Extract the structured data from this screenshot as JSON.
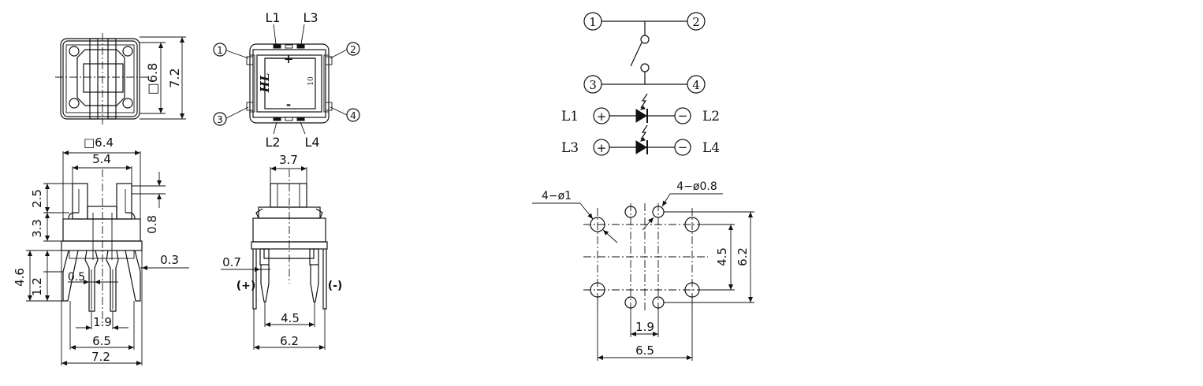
{
  "dimensions": {
    "top_square": "□6.8",
    "top_height": "7.2",
    "side_square": "□6.4",
    "side_inner_width": "5.4",
    "height_2_5": "2.5",
    "height_3_3": "3.3",
    "height_0_8": "0.8",
    "height_4_6": "4.6",
    "height_1_2": "1.2",
    "pin_0_5": "0.5",
    "pin_0_3": "0.3",
    "pitch_1_9": "1.9",
    "pitch_6_5": "6.5",
    "width_7_2": "7.2",
    "front_3_7": "3.7",
    "front_0_7": "0.7",
    "front_4_5": "4.5",
    "front_6_2": "6.2"
  },
  "pins": {
    "p1": "1",
    "p2": "2",
    "p3": "3",
    "p4": "4",
    "plus": "(+)",
    "minus": "(-)"
  },
  "leds": {
    "l1": "L1",
    "l2": "L2",
    "l3": "L3",
    "l4": "L4",
    "plus_mark": "+",
    "minus_mark": "-",
    "brand": "HL",
    "marking": "10"
  },
  "schematic": {
    "n1": "1",
    "n2": "2",
    "n3": "3",
    "n4": "4",
    "l1": "L1",
    "l2": "L2",
    "l3": "L3",
    "l4": "L4",
    "plus": "+",
    "minus": "−"
  },
  "footprint": {
    "hole_large": "4−ø1",
    "hole_small": "4−ø0.8",
    "dim_4_5": "4.5",
    "dim_6_2": "6.2",
    "dim_1_9": "1.9",
    "dim_6_5": "6.5"
  }
}
